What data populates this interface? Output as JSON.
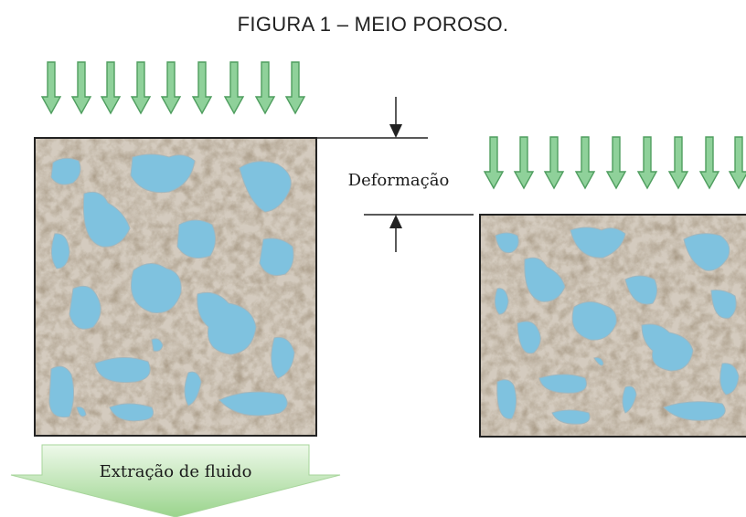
{
  "figure": {
    "title": "FIGURA  1 – MEIO POROSO.",
    "deformation_label": "Deformação",
    "extraction_label": "Extração de fluido"
  },
  "colors": {
    "arrow_fill": "#8fd19a",
    "arrow_stroke": "#4f9e5f",
    "pore": "#7fc2df",
    "matrix": "#a89a86",
    "frame": "#222222",
    "extraction_gradient_top": "#e6f6e3",
    "extraction_gradient_bottom": "#95cf86"
  },
  "icons": [
    "load-arrow-icon",
    "deformation-arrow-icon"
  ]
}
